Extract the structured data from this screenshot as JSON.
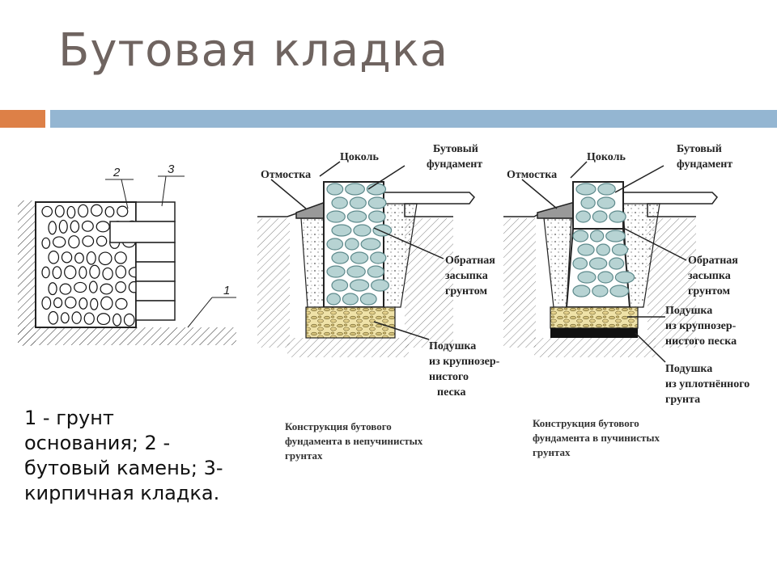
{
  "slide": {
    "title": "Бутовая кладка",
    "accent_orange": "#dd8047",
    "accent_blue": "#94b6d2"
  },
  "caption": {
    "lines": [
      "1 - грунт",
      "основания; 2 -",
      "бутовый камень; 3-",
      "кирпичная кладка."
    ]
  },
  "left_figure": {
    "labels": {
      "stone": "2",
      "brick": "3",
      "ground": "1"
    }
  },
  "middle_figure": {
    "labels": {
      "plinth": "Цоколь",
      "rubble_foundation": [
        "Бутовый",
        "фундамент"
      ],
      "blind_area": "Отмостка",
      "backfill": [
        "Обратная",
        "засыпка",
        "грунтом"
      ],
      "cushion": [
        "Подушка",
        "из крупнозер-",
        "нистого",
        "песка"
      ]
    },
    "caption": [
      "Конструкция бутового",
      "фундамента в непучинистых",
      "грунтах"
    ]
  },
  "right_figure": {
    "labels": {
      "plinth": "Цоколь",
      "rubble_foundation": [
        "Бутовый",
        "фундамент"
      ],
      "blind_area": "Отмостка",
      "backfill": [
        "Обратная",
        "засыпка",
        "грунтом"
      ],
      "cushion": [
        "Подушка",
        "из крупнозер-",
        "нистого песка"
      ],
      "compacted": [
        "Подушка",
        "из уплотнённого",
        "грунта"
      ]
    },
    "caption": [
      "Конструкция бутового",
      "фундамента в пучинистых",
      "грунтах"
    ]
  },
  "colors": {
    "stone_fill": "#b7d3d3",
    "stone_stroke": "#5e8a8c",
    "sand_fill": "#eadba0",
    "line": "#222222"
  }
}
